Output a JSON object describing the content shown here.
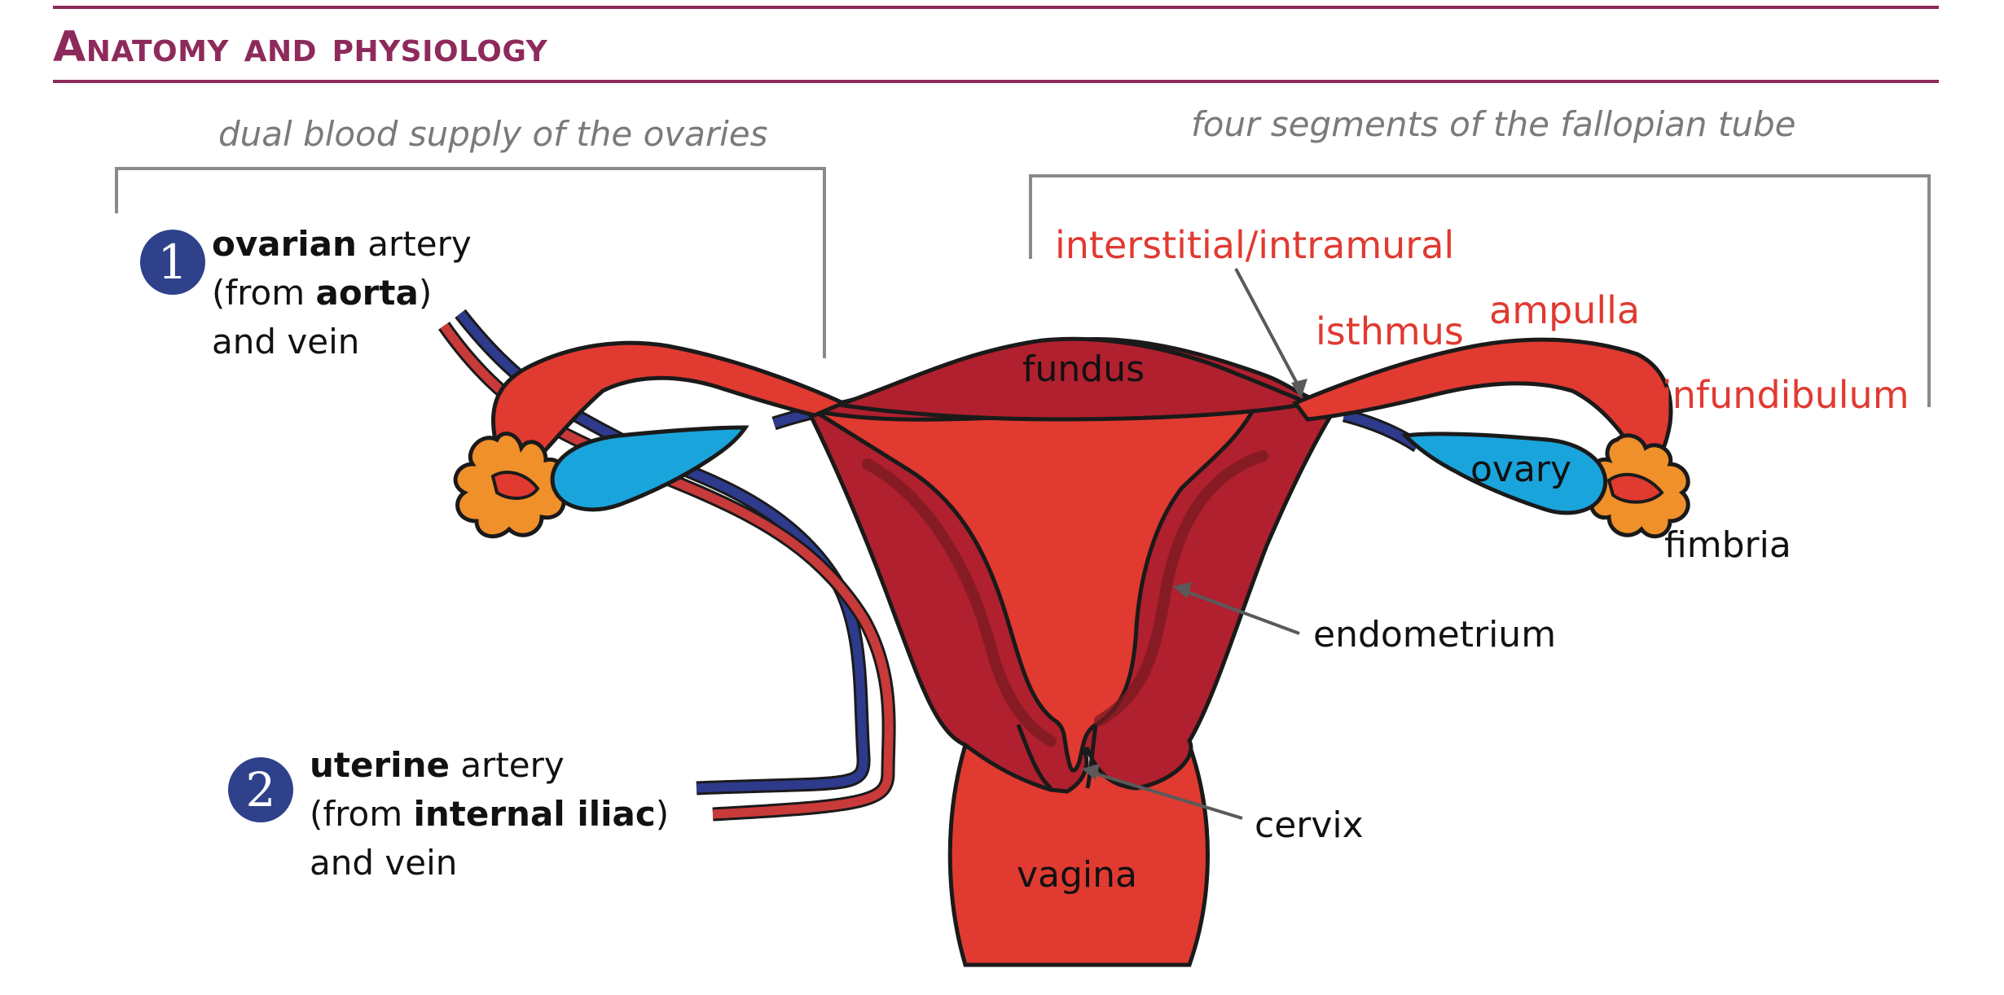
{
  "header": {
    "title": "Anatomy and physiology"
  },
  "sections": {
    "blood_supply_heading": "dual blood supply of the ovaries",
    "tube_segments_heading": "four segments of the fallopian tube"
  },
  "vessels": {
    "ovarian": {
      "number": "1",
      "line1_bold": "ovarian",
      "line1_rest": " artery",
      "line2_pre": "(from ",
      "line2_bold": "aorta",
      "line2_post": ")",
      "line3": "and vein"
    },
    "uterine": {
      "number": "2",
      "line1_bold": "uterine",
      "line1_rest": " artery",
      "line2_pre": "(from ",
      "line2_bold": "internal iliac",
      "line2_post": ")",
      "line3": "and vein"
    }
  },
  "tube_segments": {
    "interstitial": "interstitial/intramural",
    "isthmus": "isthmus",
    "ampulla": "ampulla",
    "infundibulum": "infundibulum"
  },
  "parts": {
    "fundus": "fundus",
    "ovary": "ovary",
    "fimbria": "fimbria",
    "endometrium": "endometrium",
    "cervix": "cervix",
    "vagina": "vagina"
  },
  "colors": {
    "accent": "#8e2a5b",
    "uterus": "#e03a31",
    "uterus_dark": "#b0202e",
    "ovary": "#1aa4dc",
    "fimbria": "#f0902a",
    "vein": "#2e3a8c",
    "badge": "#2e418a",
    "segment_text": "#e03a31"
  }
}
